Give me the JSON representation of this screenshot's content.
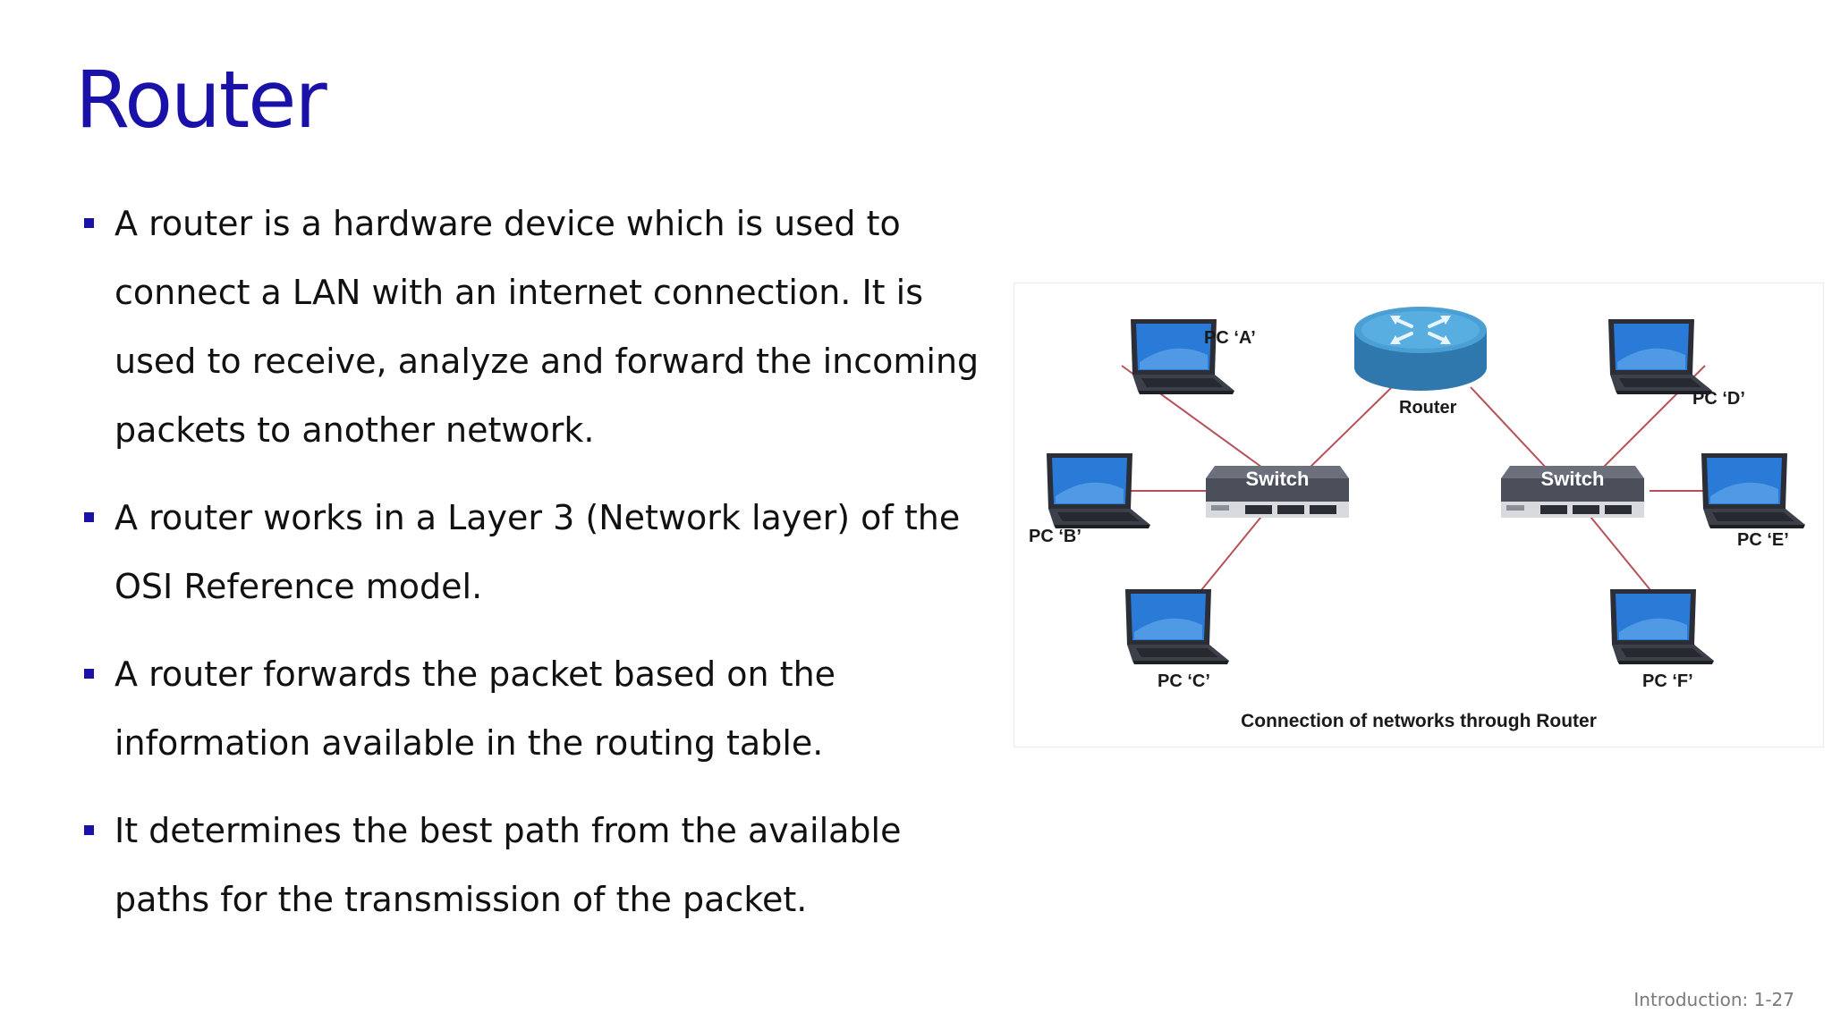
{
  "title": "Router",
  "bullets": [
    "A router is a hardware device which is used to connect a LAN with an internet connection. It is used to receive, analyze and forward the incoming packets to another network.",
    "A router works in a Layer 3 (Network layer) of the OSI Reference model.",
    "A router forwards the packet based on the information available in the routing table.",
    "It determines the best path from the available paths for the transmission of the packet."
  ],
  "diagram": {
    "router_label": "Router",
    "switch_left_label": "Switch",
    "switch_right_label": "Switch",
    "pcs": {
      "a": "PC ‘A’",
      "b": "PC ‘B’",
      "c": "PC ‘C’",
      "d": "PC ‘D’",
      "e": "PC ‘E’",
      "f": "PC ‘F’"
    },
    "caption": "Connection of networks through Router",
    "colors": {
      "link": "#b8505a",
      "router_body": "#3f8fc4",
      "switch_body": "#555a66",
      "screen": "#2a7ad8"
    }
  },
  "footer": "Introduction: 1-27",
  "colors": {
    "title": "#1a12a8",
    "bullet_marker": "#1a12a8"
  }
}
